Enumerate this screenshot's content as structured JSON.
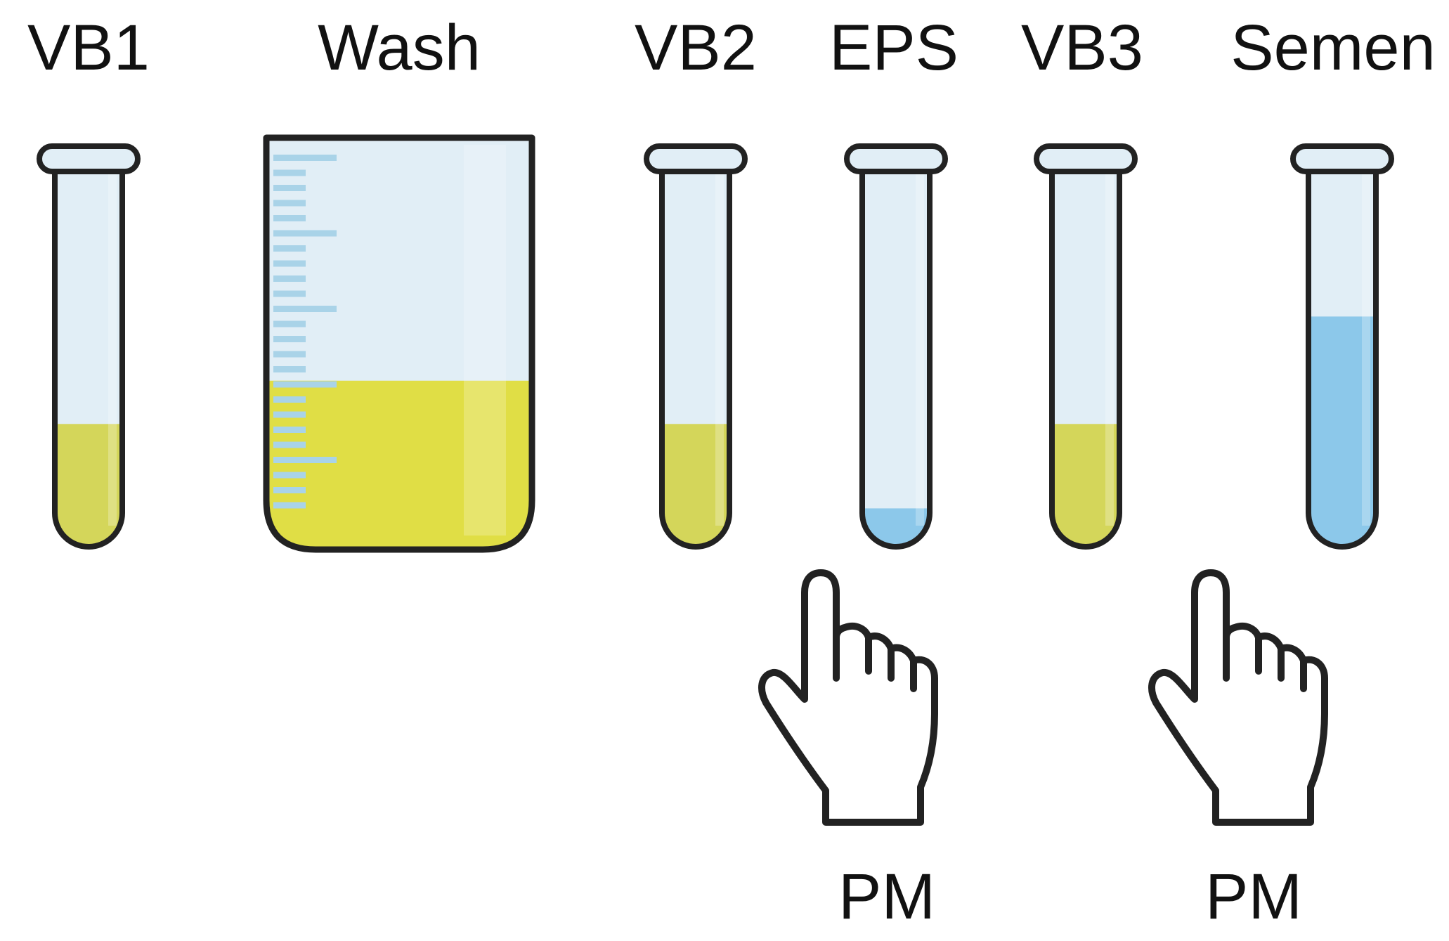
{
  "samples": [
    {
      "label": "VB1",
      "vessel": "test-tube",
      "fill_fraction": 0.32,
      "liquid_color": "#d4d65a"
    },
    {
      "label": "Wash",
      "vessel": "beaker",
      "fill_fraction": 0.41,
      "liquid_color": "#e0de45"
    },
    {
      "label": "VB2",
      "vessel": "test-tube",
      "fill_fraction": 0.32,
      "liquid_color": "#d4d65a"
    },
    {
      "label": "EPS",
      "vessel": "test-tube",
      "fill_fraction": 0.1,
      "liquid_color": "#8cc8ea"
    },
    {
      "label": "VB3",
      "vessel": "test-tube",
      "fill_fraction": 0.32,
      "liquid_color": "#d4d65a"
    },
    {
      "label": "Semen",
      "vessel": "test-tube",
      "fill_fraction": 0.6,
      "liquid_color": "#8cc8ea"
    }
  ],
  "massage_markers": [
    {
      "label": "PM",
      "icon": "pointing-hand-icon"
    },
    {
      "label": "PM",
      "icon": "pointing-hand-icon"
    }
  ],
  "colors": {
    "outline": "#222222",
    "glass": "#e1eef6",
    "glass_highlight": "#ecf4fa",
    "graduation": "#a9d3e8",
    "urine": "#d4d65a",
    "wash_fluid": "#e0de45",
    "prostatic_fluid": "#8cc8ea"
  }
}
